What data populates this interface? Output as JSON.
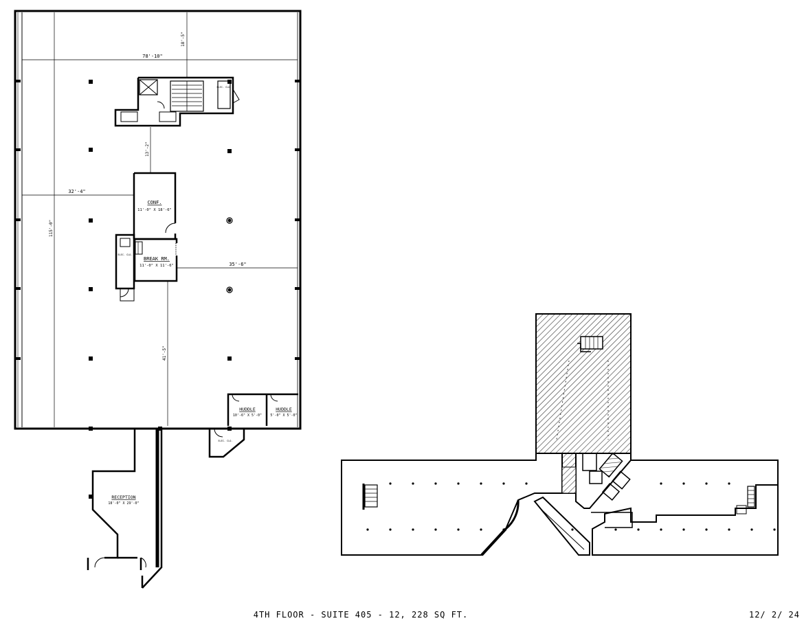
{
  "plan": {
    "dimensions": {
      "top_width": "78'-10\"",
      "top_depth": "18'-5\"",
      "to_conf": "13'-2\"",
      "left_span": "32'-4\"",
      "overall_depth": "115'-0\"",
      "right_span": "35'-6\"",
      "lower_depth": "41'-5\""
    },
    "rooms": {
      "conf_name": "CONF.",
      "conf_size": "11'-0\" X 18'-6\"",
      "break_name": "BREAK RM.",
      "break_size": "11'-0\" X 11'-6\"",
      "huddle1_name": "HUDDLE",
      "huddle1_size": "10'-6\" X 5'-0\"",
      "huddle2_name": "HUDDLE",
      "huddle2_size": "5'-0\" X 5'-0\"",
      "reception_name": "RECEPTION",
      "reception_size": "18'-0\" X 29'-0\"",
      "elec_clo": "ELEC. CLO."
    }
  },
  "footer": {
    "title": "4TH FLOOR - SUITE 405 - 12, 228 SQ FT.",
    "date": "12/ 2/ 24"
  }
}
